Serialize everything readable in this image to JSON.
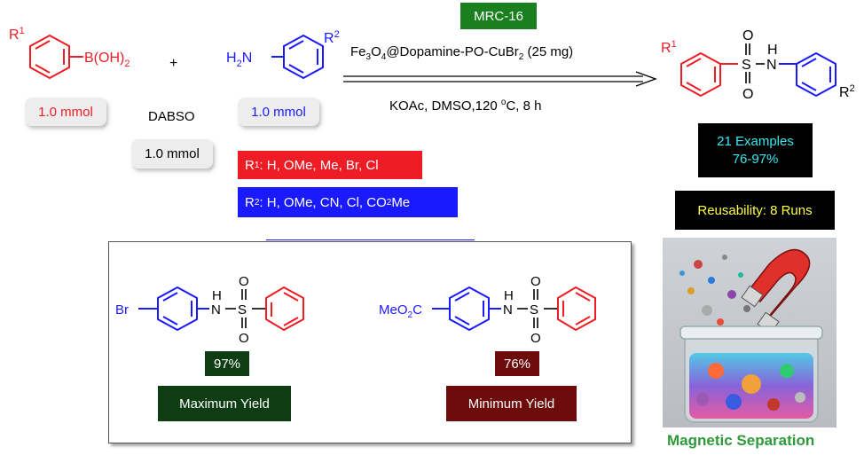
{
  "reactants": {
    "r1_label": "R",
    "r1_sup": "1",
    "boronic_acid": "B(OH)",
    "boronic_sub": "2",
    "boronic_amount": "1.0 mmol",
    "plus": "+",
    "dabso": "DABSO",
    "dabso_amount": "1.0 mmol",
    "amine": "H",
    "amine_sub": "2",
    "amine_n": "N",
    "r2_label": "R",
    "r2_sup": "2",
    "amine_amount": "1.0 mmol"
  },
  "substituents": {
    "r1_prefix": "R",
    "r1_sup": "1",
    "r1_text": ": H, OMe, Me, Br, Cl",
    "r2_prefix": "R",
    "r2_sup": "2",
    "r2_text_a": ": H, OMe, CN, Cl, CO",
    "r2_sub": "2",
    "r2_text_b": "Me"
  },
  "conditions": {
    "catalyst_code": "MRC-16",
    "catalyst_fe": "Fe",
    "catalyst_fe_sub": "3",
    "catalyst_o": "O",
    "catalyst_o_sub": "4",
    "catalyst_rest": "@Dopamine-PO-CuBr",
    "catalyst_br_sub": "2",
    "catalyst_amount": " (25 mg)",
    "solvent_line_a": "KOAc, DMSO,120 ",
    "solvent_deg": "o",
    "solvent_line_b": "C, 8 h"
  },
  "product": {
    "r1_label": "R",
    "r1_sup": "1",
    "s": "S",
    "o_top": "O",
    "o_bottom": "O",
    "nh_h": "H",
    "nh_n": "N",
    "r2_label": "R",
    "r2_sup": "2"
  },
  "summary": {
    "examples": "21 Examples",
    "yield_range": "76-97%",
    "reusability": "Reusability: 8 Runs",
    "magnetic": "Magnetic Separation"
  },
  "examples_panel": {
    "max_br": "Br",
    "max_h": "H",
    "max_n": "N",
    "max_s": "S",
    "max_o_top": "O",
    "max_o_bottom": "O",
    "max_yield": "97%",
    "max_label": "Maximum Yield",
    "min_meo": "MeO",
    "min_meo_sub": "2",
    "min_c": "C",
    "min_h": "H",
    "min_n": "N",
    "min_s": "S",
    "min_o_top": "O",
    "min_o_bottom": "O",
    "min_yield": "76%",
    "min_label": "Minimum Yield"
  },
  "colors": {
    "red": "#ee1c24",
    "blue": "#1a1aff",
    "green_box": "#1a7f1f",
    "dark_green": "#0f3d13",
    "dark_red": "#6e0b0b",
    "magnetic_text": "#2e9a3c",
    "cyan": "#36e8f0",
    "yellow": "#ffff4a"
  }
}
